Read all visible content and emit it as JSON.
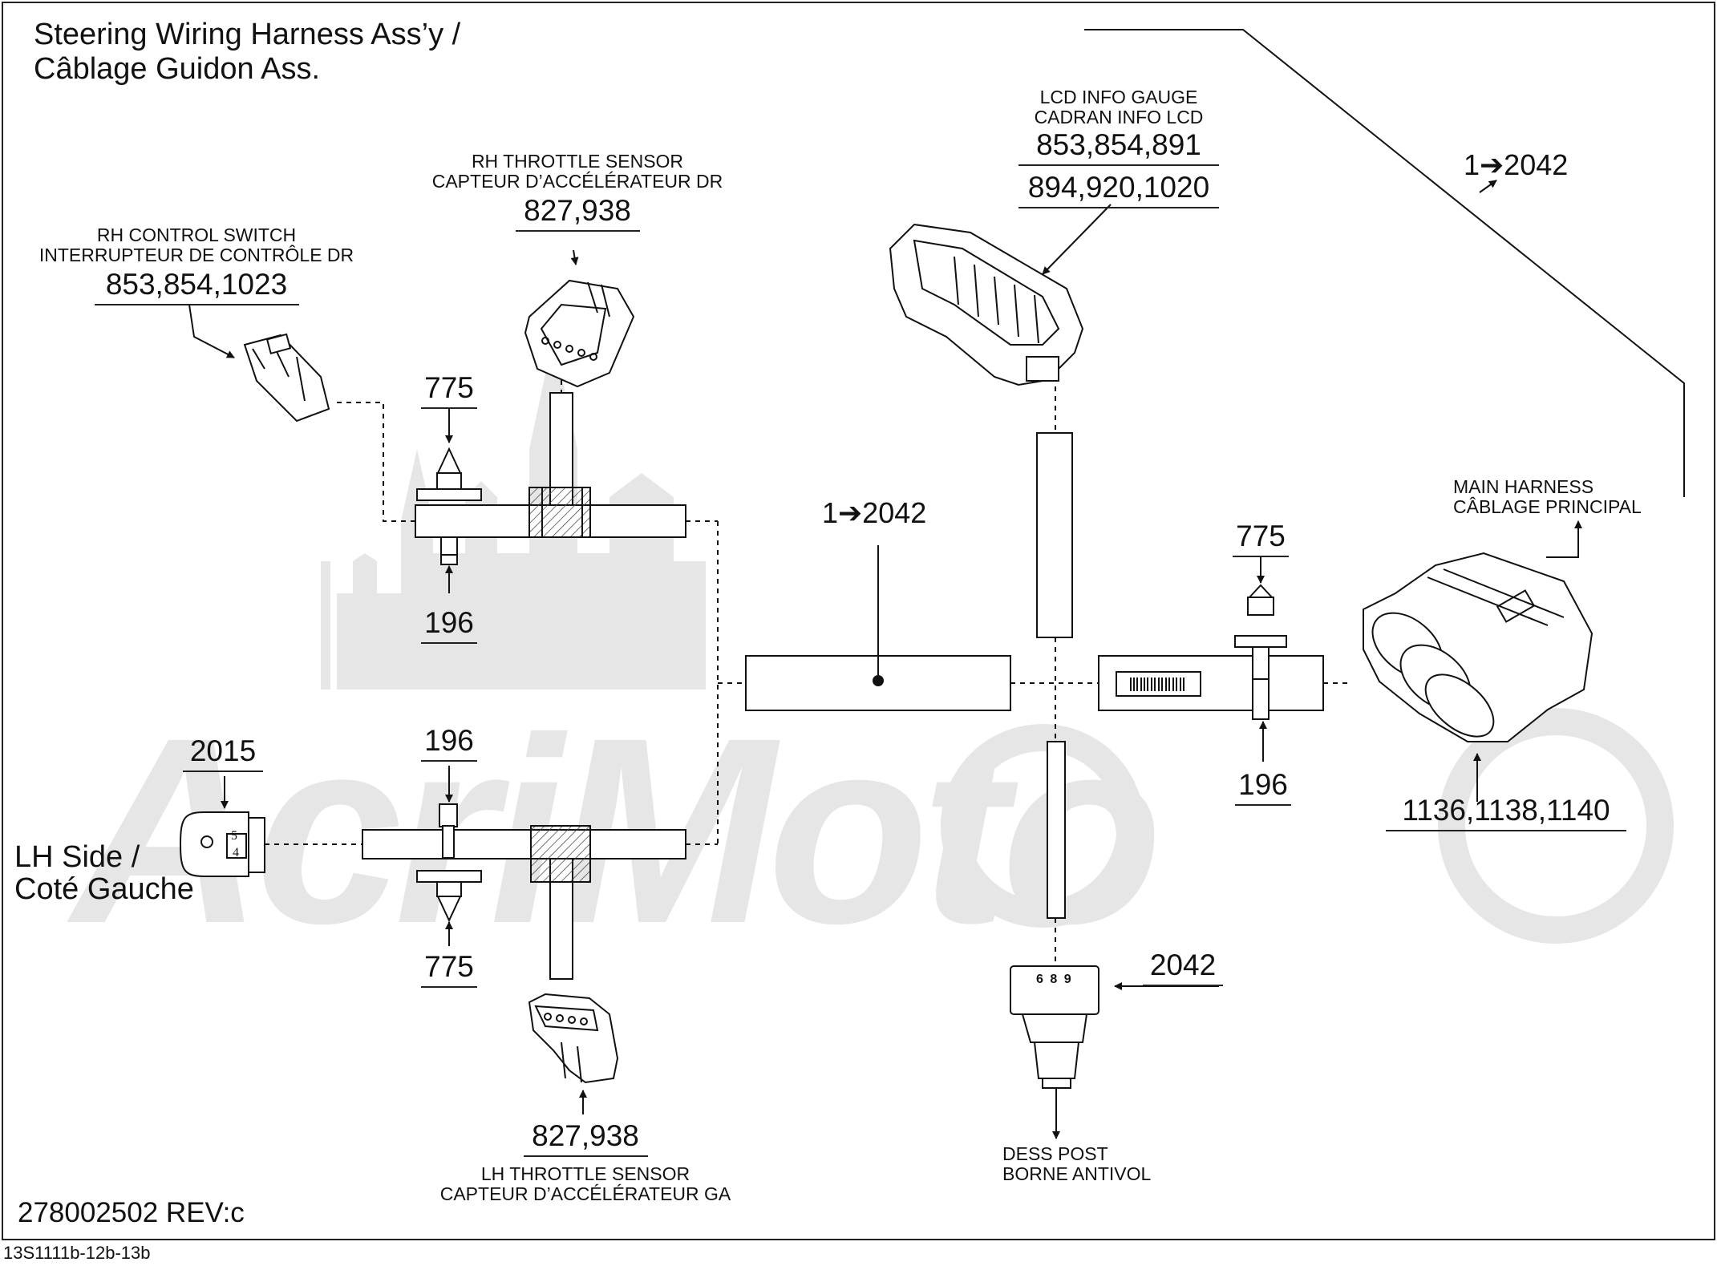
{
  "title": {
    "line1": "Steering Wiring Harness Ass’y /",
    "line2": "Câblage Guidon Ass."
  },
  "watermark": "AcriMoto",
  "side_label": {
    "line1": "LH Side /",
    "line2": "Coté Gauche"
  },
  "document_id": "278002502 REV:c",
  "image_code": "13S1111b-12b-13b",
  "callouts": {
    "rh_control_switch": {
      "en": "RH CONTROL SWITCH",
      "fr": "INTERRUPTEUR DE CONTRÔLE DR",
      "parts": "853,854,1023"
    },
    "rh_throttle_sensor": {
      "en": "RH THROTTLE SENSOR",
      "fr": "CAPTEUR D’ACCÉLÉRATEUR DR",
      "parts": "827,938"
    },
    "lcd_info_gauge": {
      "en": "LCD INFO GAUGE",
      "fr": "CADRAN INFO LCD",
      "parts1": "853,854,891",
      "parts2": "894,920,1020"
    },
    "main_harness": {
      "en": "MAIN HARNESS",
      "fr": "CÂBLAGE PRINCIPAL",
      "parts": "1136,1138,1140"
    },
    "lh_throttle_sensor": {
      "en": "LH THROTTLE SENSOR",
      "fr": "CAPTEUR D’ACCÉLÉRATEUR GA",
      "parts": "827,938"
    },
    "dess_post": {
      "en": "DESS POST",
      "fr": "BORNE ANTIVOL",
      "parts": "2042"
    },
    "harness_ref_top": "1➔2042",
    "harness_ref_center": "1➔2042",
    "tie_top_left": "775",
    "clip_top_left": "196",
    "clip_bottom_left": "196",
    "tie_bottom_left": "775",
    "tie_right": "775",
    "clip_right": "196",
    "lh_connector": "2015"
  },
  "connector_pins": {
    "lh_left": "5",
    "lh_right": "4",
    "dess": "6 8 9"
  }
}
